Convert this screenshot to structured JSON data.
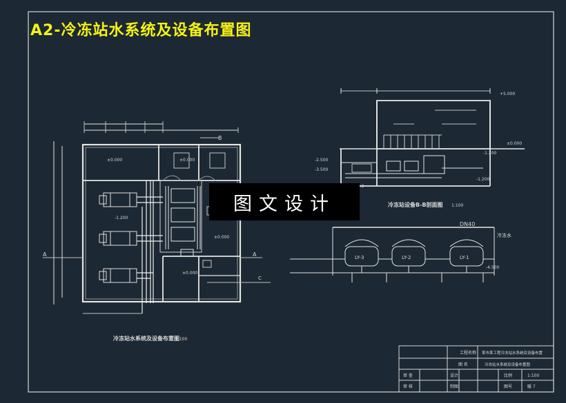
{
  "title": "A2-冷冻站水系统及设备布置图",
  "watermark": "图文设计",
  "plan": {
    "caption": "冷冻站水系统及设备布置图",
    "scale": "1:100",
    "levels": [
      "±0.000",
      "±0.000",
      "±0.000",
      "-1.200",
      "±0.000"
    ],
    "markers": [
      "B",
      "A",
      "A",
      "C"
    ]
  },
  "section": {
    "caption": "冷冻站设备B-B剖面图",
    "scale": "1:100",
    "levels": [
      "+5.000",
      "±0.000",
      "-1.200",
      "-2.500",
      "-3.500",
      "-1.200"
    ],
    "pipe": "DN250×2"
  },
  "schematic": {
    "header": "DN40",
    "units": [
      "LY-3",
      "LY-2",
      "LY-1"
    ],
    "label_right": "冷冻水",
    "level": "-4.500"
  },
  "titleblock": {
    "project_label": "工程名称",
    "project_value": "某市某工程冷冻站水系统及设备布置",
    "drawing_label": "图 名",
    "drawing_value": "冷冻站水系统及设备布置图",
    "review_label": "审 查",
    "design_label": "设计",
    "scale_label": "比例",
    "scale_value": "1:100",
    "check_label": "审 核",
    "draw_label": "制图",
    "number_label": "图号",
    "number_value": "暖 7"
  }
}
